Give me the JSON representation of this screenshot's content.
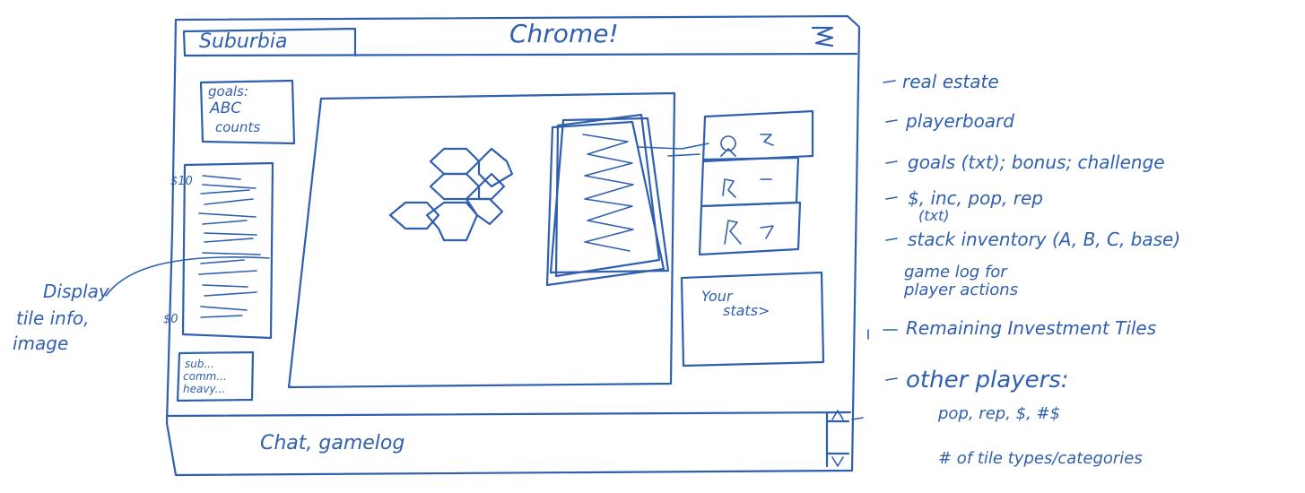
{
  "window": {
    "tab_label": "Suburbia",
    "title": "Chrome!",
    "menu_icon": "hamburger-menu-icon"
  },
  "goals_panel": {
    "line1": "goals:",
    "line2": "ABC",
    "line3": "counts"
  },
  "price_track": {
    "top_label": "$10",
    "bottom_label": "$0"
  },
  "tile_info_box": {
    "line1": "sub...",
    "line2": "comm...",
    "line3": "heavy..."
  },
  "stats_panel": {
    "label_line1": "Your",
    "label_line2": "stats>"
  },
  "chat_area": {
    "label": "Chat, gamelog"
  },
  "annotations": {
    "display_tile": [
      "Display",
      "tile info,",
      "image"
    ],
    "right_notes": [
      "real estate",
      "playerboard",
      "goals (txt); bonus; challenge",
      "$, inc, pop, rep",
      "(txt)",
      "stack inventory (A, B, C, base)",
      "game log for",
      "player actions",
      "Remaining Investment Tiles",
      "other players:",
      "pop, rep, $, #$",
      "# of tile types/categories"
    ]
  }
}
